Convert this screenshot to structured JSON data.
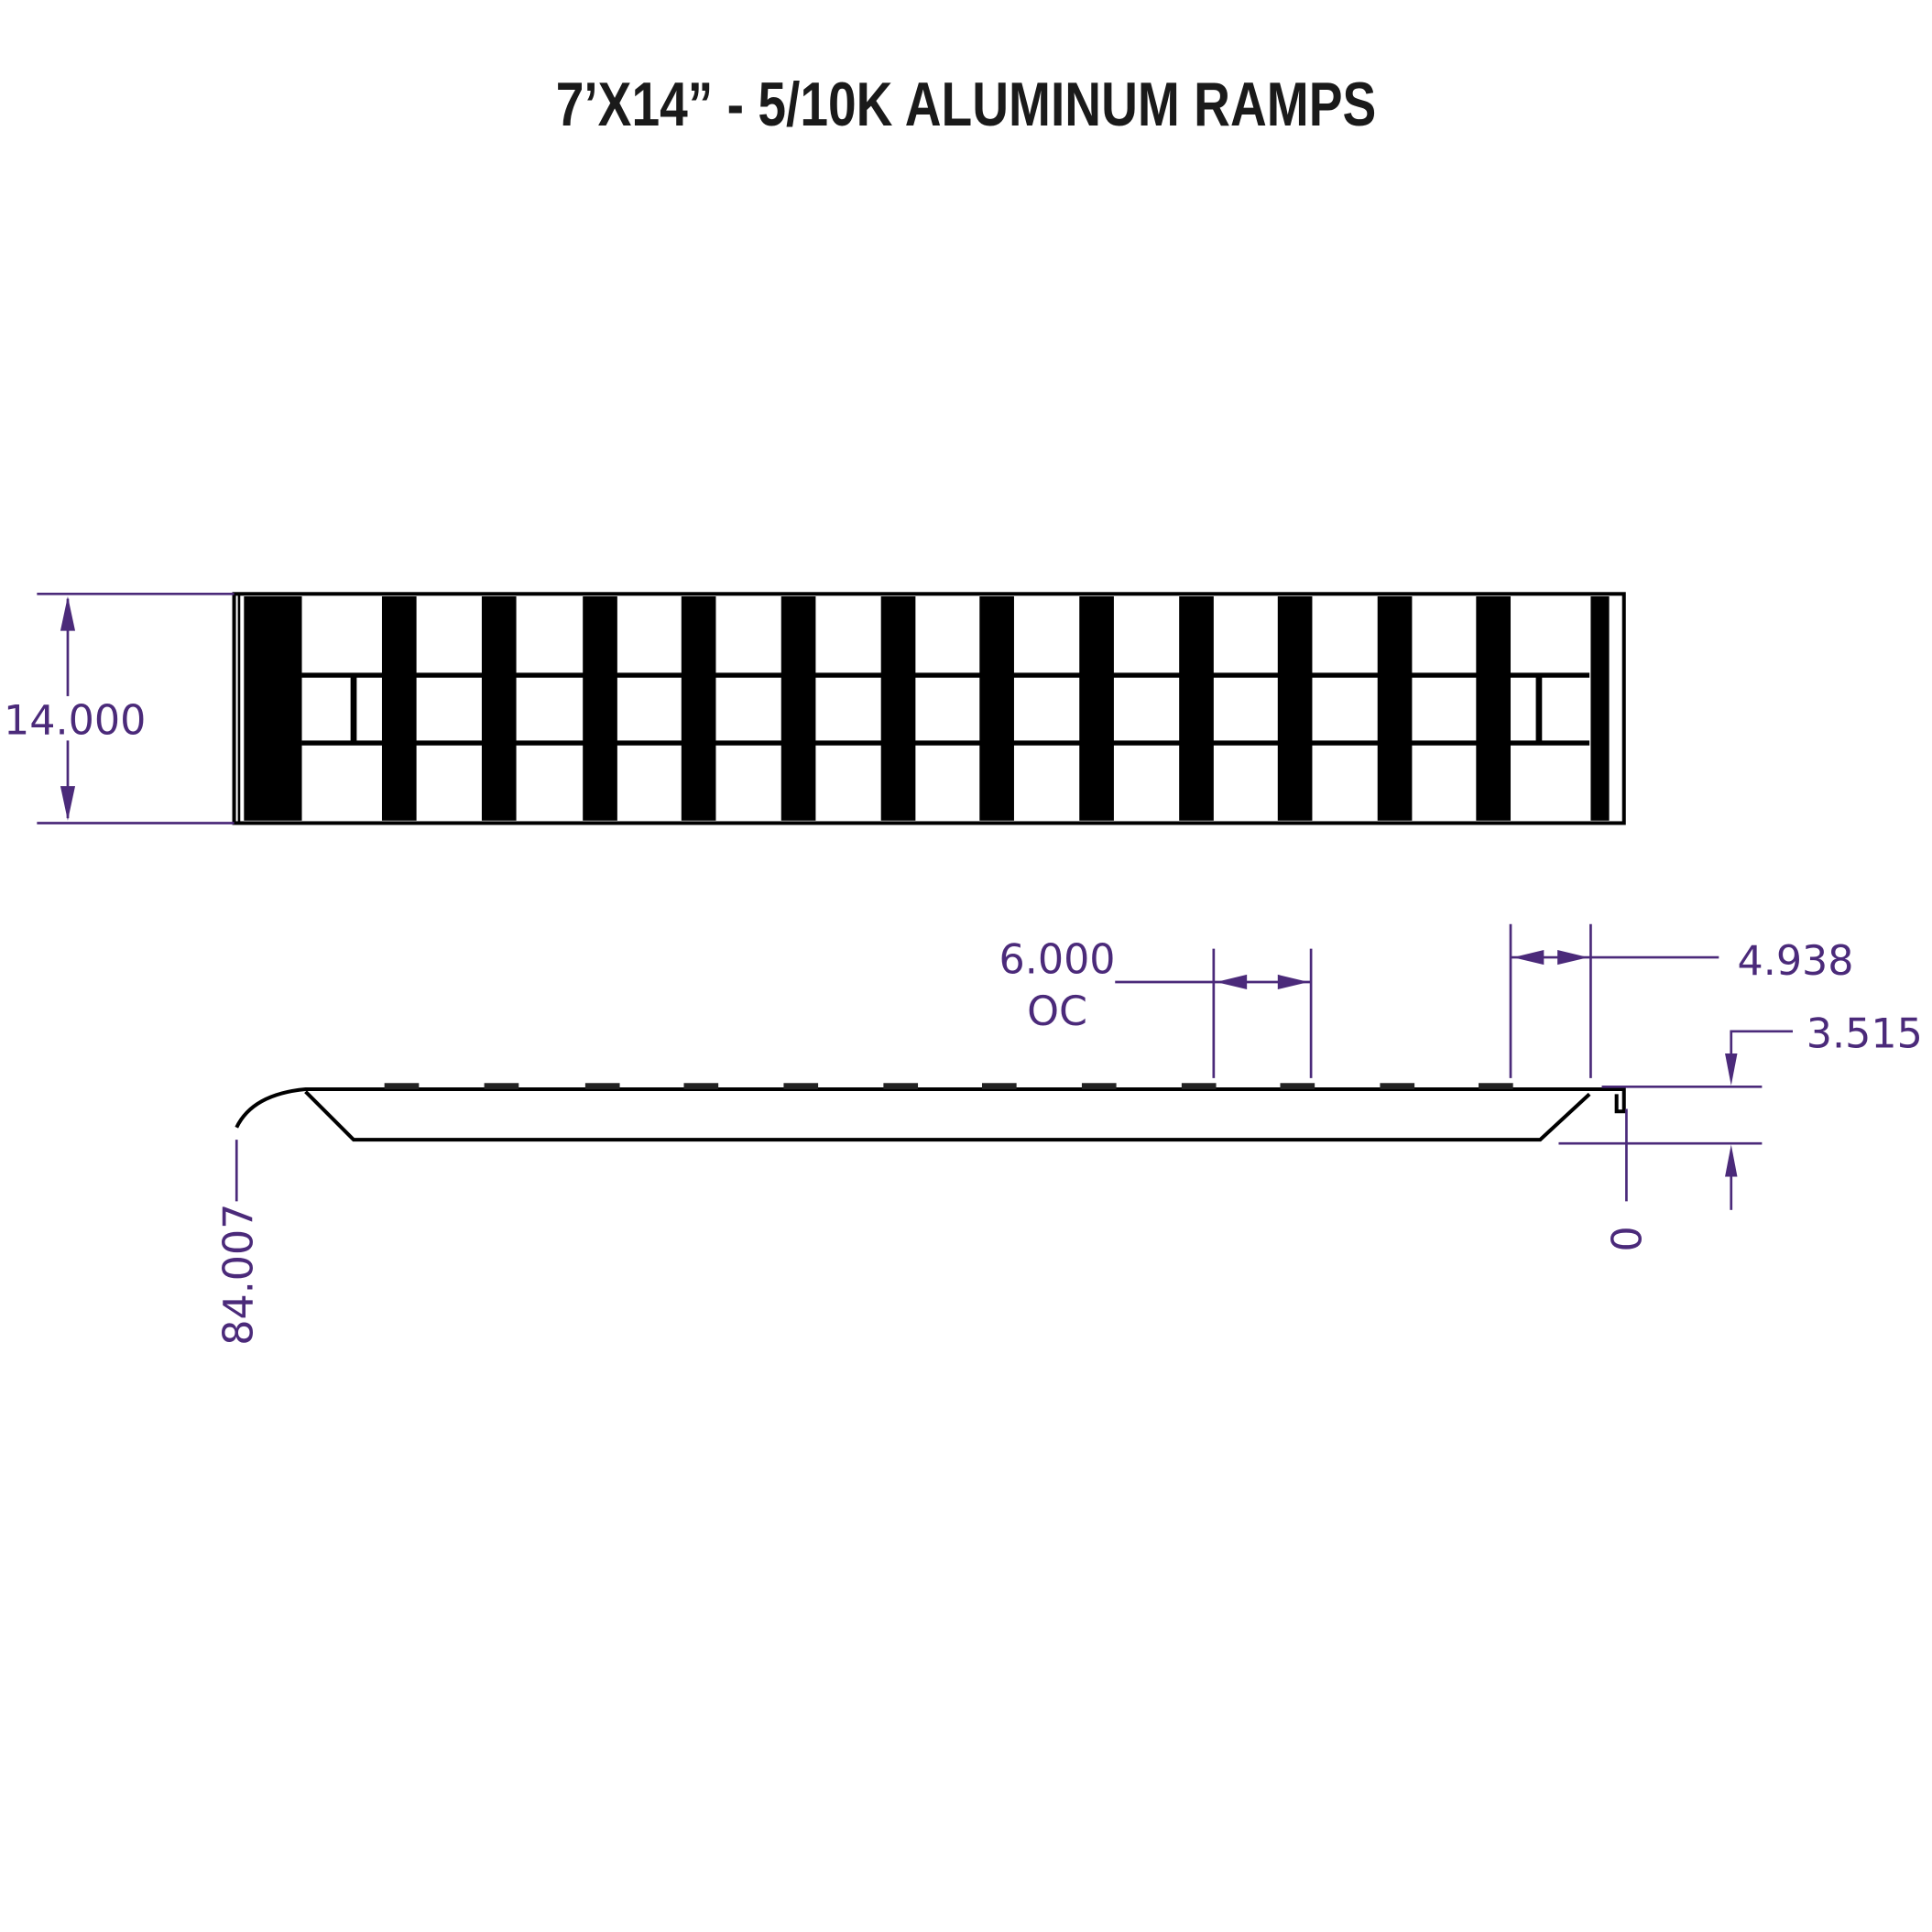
{
  "title": "7’X14” - 5/10K ALUMINUM RAMPS",
  "dimensions": {
    "width": "14.000",
    "spacing": "6.000",
    "spacing_note": "OC",
    "end_offset": "4.938",
    "height": "3.515",
    "origin": "0",
    "length": "84.007"
  },
  "colors": {
    "dimension": "#4b2a7a",
    "drawing": "#000000"
  }
}
